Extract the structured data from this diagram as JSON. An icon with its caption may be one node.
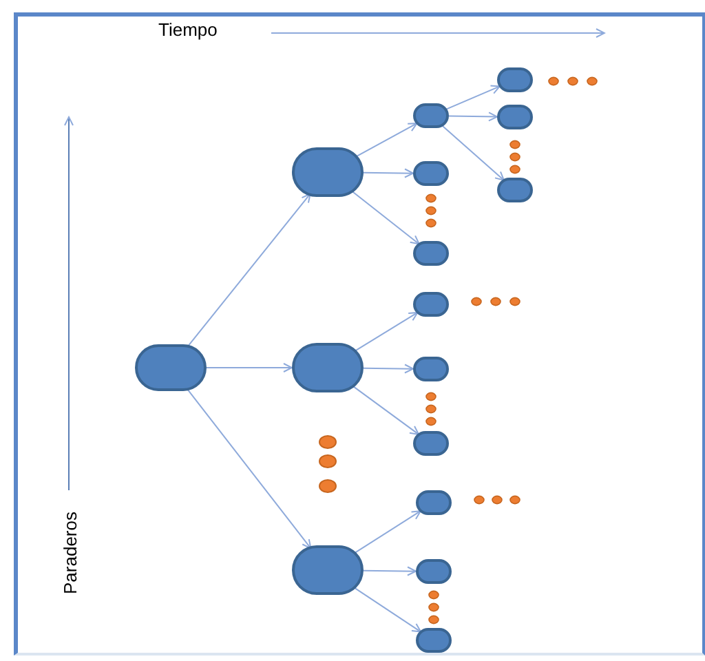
{
  "diagram": {
    "nodes": [
      {
        "text": [],
        "shape": "circle"
      },
      {
        "text": [],
        "shape": "circle"
      },
      {
        "text": [],
        "shape": "circle"
      },
      {
        "text": [],
        "shape": "circle"
      },
      {
        "text": [],
        "shape": "circle"
      },
      {
        "text": [],
        "shape": "circle"
      },
      {
        "text": [],
        "shape": "circle"
      },
      {
        "text": [],
        "shape": "circle"
      },
      {
        "text": [],
        "shape": "circle"
      },
      {
        "text": [],
        "shape": "circle"
      },
      {
        "text": [],
        "shape": "circle"
      },
      {
        "text": [],
        "shape": "circle"
      },
      {
        "text": [],
        "shape": "circle"
      },
      {
        "text": [],
        "shape": "circle"
      },
      {
        "text": [],
        "shape": "circle"
      },
      {
        "text": [],
        "shape": "circle"
      }
    ],
    "edges": [
      {
        "from": 0,
        "to": 1,
        "arrow": "to"
      },
      {
        "from": 0,
        "to": 2,
        "arrow": "to"
      },
      {
        "from": 0,
        "to": 3,
        "arrow": "to"
      },
      {
        "from": 1,
        "to": 4,
        "arrow": "to"
      },
      {
        "from": 1,
        "to": 5,
        "arrow": "to"
      },
      {
        "from": 1,
        "to": 6,
        "arrow": "to"
      },
      {
        "from": 2,
        "to": 7,
        "arrow": "to"
      },
      {
        "from": 2,
        "to": 8,
        "arrow": "to"
      },
      {
        "from": 2,
        "to": 9,
        "arrow": "to"
      },
      {
        "from": 3,
        "to": 10,
        "arrow": "to"
      },
      {
        "from": 3,
        "to": 11,
        "arrow": "to"
      },
      {
        "from": 3,
        "to": 12,
        "arrow": "to"
      },
      {
        "from": 4,
        "to": 13,
        "arrow": "to"
      },
      {
        "from": 4,
        "to": 14,
        "arrow": "to"
      },
      {
        "from": 4,
        "to": 15,
        "arrow": "to"
      }
    ],
    "labels": [
      "Tiempo",
      "Paraderos"
    ]
  }
}
